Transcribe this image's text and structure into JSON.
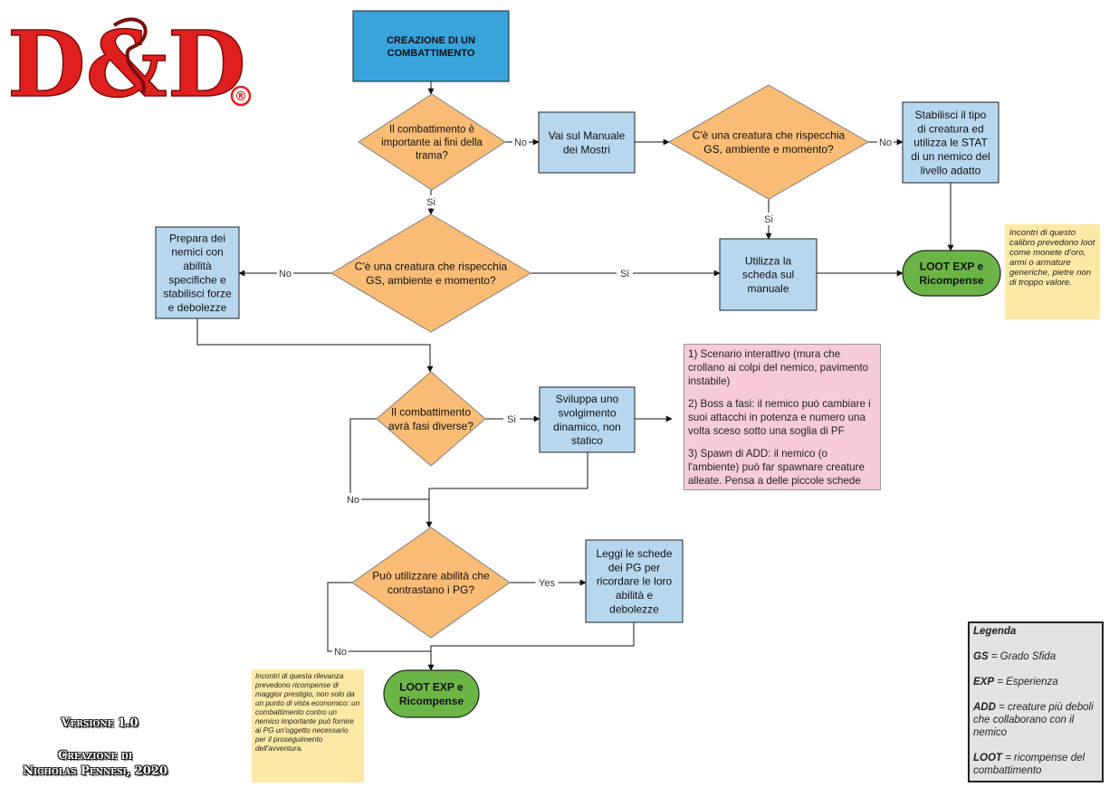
{
  "logo": {
    "text": "D&D",
    "registered": "®",
    "color": "#e0201e"
  },
  "nodes": {
    "start": "CREAZIONE DI UN COMBATTIMENTO",
    "q_trama": "Il combattimento è importante ai fini della trama?",
    "manuale_mostri": "Vai sul Manuale dei Mostri",
    "q_creatura_1": "C'è una creatura che rispecchia GS, ambiente e momento?",
    "stabilisci_tipo": "Stabilisci il tipo di creatura ed utilizza le STAT di un nemico del livello adatto",
    "prepara_nemici": "Prepara dei nemici con abilità specifiche e stabilisci forze e debolezze",
    "q_creatura_2": "C'è una creatura che rispecchia GS, ambiente e momento?",
    "utilizza_scheda": "Utilizza la scheda sul manuale",
    "loot_1": "LOOT EXP e Ricompense",
    "q_fasi": "Il combattimento avrà fasi diverse?",
    "sviluppa": "Sviluppa uno svolgimento dinamico, non statico",
    "q_abilita": "Può utilizzare abilità che contrastano i PG?",
    "leggi_schede": "Leggi le schede dei PG per ricordare le loro abilità e debolezze",
    "loot_2": "LOOT EXP e Ricompense"
  },
  "edge_labels": {
    "trama_no": "No",
    "trama_si": "Si",
    "creatura1_no": "No",
    "creatura1_si": "Si",
    "creatura2_no": "No",
    "creatura2_si": "Si",
    "fasi_si": "Si",
    "fasi_no": "No",
    "abilita_yes": "Yes",
    "abilita_no": "No"
  },
  "notes": {
    "loot_minor": "Incontri di questo calibro prevedono loot come monete d'oro, armi o armature generiche, pietre non di troppo valore.",
    "loot_major": "Incontri di questa rilevanza prevedono ricompense di maggior prestigio, non solo da un punto di vista economico: un combattimento contro un nemico importante può fornire ai PG un'oggetto necessario per il proseguimento dell'avventura."
  },
  "phases": [
    "1) Scenario interattivo (mura che crollano ai colpi del nemico, pavimento instabile)",
    "2) Boss a fasi: il nemico può cambiare i suoi attacchi in potenza e numero una volta sceso sotto una soglia di PF",
    "3) Spawn di ADD: il nemico (o l'ambiente) può far spawnare creature alleate. Pensa a delle piccole schede"
  ],
  "legend": {
    "title": "Legenda",
    "entries": [
      {
        "term": "GS",
        "definition": " = Grado Sfida"
      },
      {
        "term": "EXP",
        "definition": " = Esperienza"
      },
      {
        "term": "ADD",
        "definition": " = creature più deboli che collaborano con il nemico"
      },
      {
        "term": "LOOT",
        "definition": " = ricompense del combattimento"
      }
    ]
  },
  "credits": {
    "version": "Versione 1.0",
    "author_line1": "Creazione di",
    "author_line2": "Nicholas Pennesi, 2020"
  },
  "colors": {
    "start": "#39a3dc",
    "process": "#b7d7ee",
    "decision": "#fbbc75",
    "terminal": "#6bb547",
    "note": "#ffe9a6",
    "phases": "#f6ccd8",
    "legend": "#e3e3e3"
  }
}
